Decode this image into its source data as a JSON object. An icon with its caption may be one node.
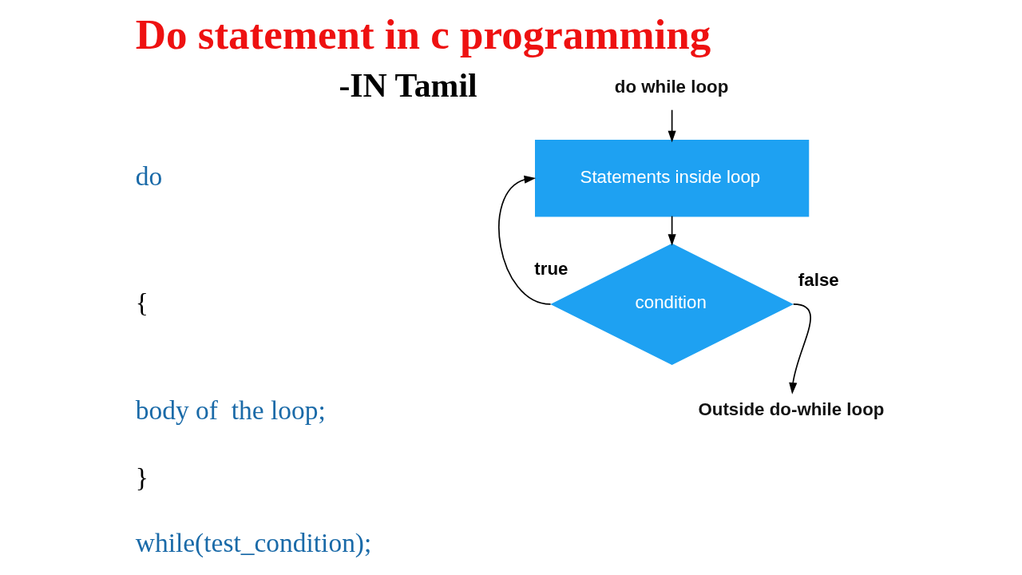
{
  "diagram": {
    "title": "Do statement in c programming",
    "nodes": [
      {
        "text": [
          "do while loop"
        ]
      },
      {
        "text": [
          "Statements inside loop"
        ]
      },
      {
        "text": [
          "condition"
        ]
      },
      {
        "text": [
          "Outside do-while loop"
        ]
      }
    ],
    "edges": [
      {
        "from": 0,
        "to": 1,
        "arrow": "to"
      },
      {
        "from": 1,
        "to": 2,
        "arrow": "to"
      },
      {
        "from": 2,
        "to": 1,
        "arrow": "to",
        "label": "true"
      },
      {
        "from": 2,
        "to": 3,
        "arrow": "to",
        "label": "false"
      }
    ],
    "labels": [
      "-IN Tamil",
      "do",
      "{",
      "body of  the loop;",
      "}",
      "while(test_condition);"
    ]
  }
}
